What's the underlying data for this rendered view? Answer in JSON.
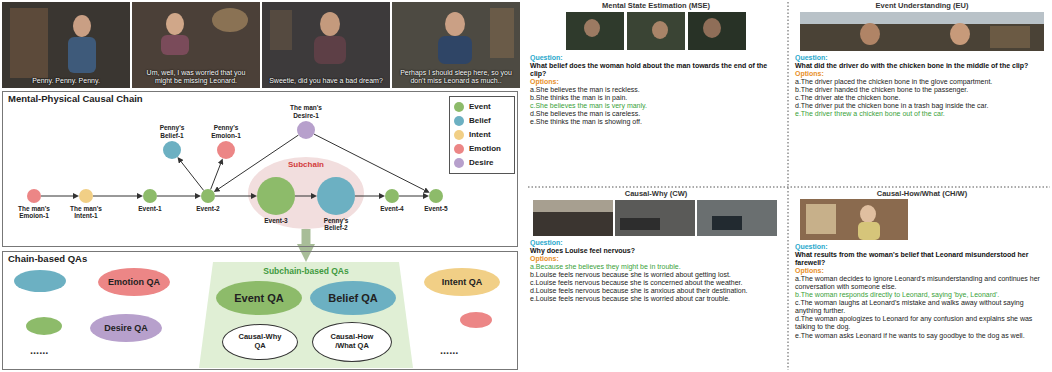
{
  "diagram": {
    "nodes": [
      {
        "text": [
          "Mental-Physical Causal Chain"
        ]
      },
      {
        "text": [
          "The man's Emoion-1"
        ],
        "in": 0
      },
      {
        "text": [
          "The man's Intent-1"
        ],
        "in": 0
      },
      {
        "text": [
          "Event-1"
        ],
        "in": 0
      },
      {
        "text": [
          "Event-2"
        ],
        "in": 0
      },
      {
        "text": [
          "Penny's Belief-1"
        ],
        "in": 0
      },
      {
        "text": [
          "Penny's Emoion-1"
        ],
        "in": 0
      },
      {
        "text": [
          "The man's Desire-1"
        ],
        "in": 0
      },
      {
        "text": [
          "Subchain"
        ],
        "in": 0
      },
      {
        "text": [
          "Event-3"
        ],
        "in": 8
      },
      {
        "text": [
          "Penny's Belief-2"
        ],
        "in": 8
      },
      {
        "text": [
          "Event-4"
        ],
        "in": 0
      },
      {
        "text": [
          "Event-5"
        ],
        "in": 0
      },
      {
        "text": [
          "Chain-based QAs"
        ]
      },
      {
        "text": [
          "Emotion QA"
        ],
        "in": 13
      },
      {
        "text": [
          "Desire QA"
        ],
        "in": 13
      },
      {
        "text": [
          "Subchain-based QAs"
        ],
        "in": 13
      },
      {
        "text": [
          "Event QA"
        ],
        "in": 16
      },
      {
        "text": [
          "Belief QA"
        ],
        "in": 16
      },
      {
        "text": [
          "Causal-Why QA"
        ],
        "in": 16
      },
      {
        "text": [
          "Causal-How /What QA"
        ],
        "in": 16
      },
      {
        "text": [
          "Intent QA"
        ],
        "in": 13
      }
    ],
    "edges": [
      {
        "from": 1,
        "to": 2,
        "arrow": "to"
      },
      {
        "from": 2,
        "to": 3,
        "arrow": "to"
      },
      {
        "from": 3,
        "to": 4,
        "arrow": "to"
      },
      {
        "from": 4,
        "to": 5,
        "arrow": "to"
      },
      {
        "from": 4,
        "to": 6,
        "arrow": "to"
      },
      {
        "from": 7,
        "to": 4,
        "arrow": "to"
      },
      {
        "from": 4,
        "to": 9,
        "arrow": "to"
      },
      {
        "from": 9,
        "to": 10,
        "arrow": "to"
      },
      {
        "from": 10,
        "to": 11,
        "arrow": "to"
      },
      {
        "from": 11,
        "to": 12,
        "arrow": "to"
      },
      {
        "from": 7,
        "to": 12,
        "arrow": "to"
      },
      {
        "from": 8,
        "to": 16,
        "arrow": "to"
      }
    ],
    "labels": [
      "Penny. Penny. Penny.",
      "Um, well, I was worried that you might be missing Leonard.",
      "Sweetie, did you have a bad dream?",
      "Perhaps I should sleep here, so you don't miss Leonard as much..",
      "......",
      "......",
      "Mental State Estimation (MSE)",
      "Question:",
      "What belief does the woman hold about the man towards the end of the clip?",
      "Options:",
      "a.She believes the man is reckless.",
      "b.She thinks the man is in pain.",
      "c.She believes the man is very manly.",
      "d.She believes the man is careless.",
      "e.She thinks the man is showing off.",
      "Event Understanding (EU)",
      "Question:",
      "What did the driver do with the chicken bone in the middle of the clip?",
      "Options:",
      "a.The driver placed the chicken bone in the glove compartment.",
      "b.The driver handed the chicken bone to the passenger.",
      "c.The driver ate the chicken bone.",
      "d.The driver put the chicken bone in a trash bag inside the car.",
      "e.The driver threw a chicken bone out of the car.",
      "Causal-Why (CW)",
      "Question:",
      "Why does Louise feel nervous?",
      "Options:",
      "a.Because she believes they might be in trouble.",
      "b.Louise feels nervous because she is worried about getting lost.",
      "c.Louise feels nervous because she is concerned about the weather.",
      "d.Louise feels nervous because she is anxious about their destination.",
      "e.Louise feels nervous because she is worried about car trouble.",
      "Causal-How/What (CH/W)",
      "Question:",
      "What results from the woman's belief that Leonard misunderstood her farewell?",
      "Options:",
      "a.The woman decides to ignore Leonard's misunderstanding and continues her conversation with someone else.",
      "b.The woman responds directly to Leonard, saying 'bye, Leonard'.",
      "c.The woman laughs at Leonard's mistake and walks away without saying anything further.",
      "d.The woman apologizes to Leonard for any confusion and explains she was talking to the dog.",
      "e.The woman asks Leonard if he wants to say goodbye to the dog as well."
    ],
    "legend": [
      {
        "text": "Event",
        "color": "#8dbb6a"
      },
      {
        "text": "Belief",
        "color": "#6cb0c2"
      },
      {
        "text": "Intent",
        "color": "#f1cf86"
      },
      {
        "text": "Emotion",
        "color": "#ec8686"
      },
      {
        "text": "Desire",
        "color": "#b7a0cc"
      }
    ]
  }
}
